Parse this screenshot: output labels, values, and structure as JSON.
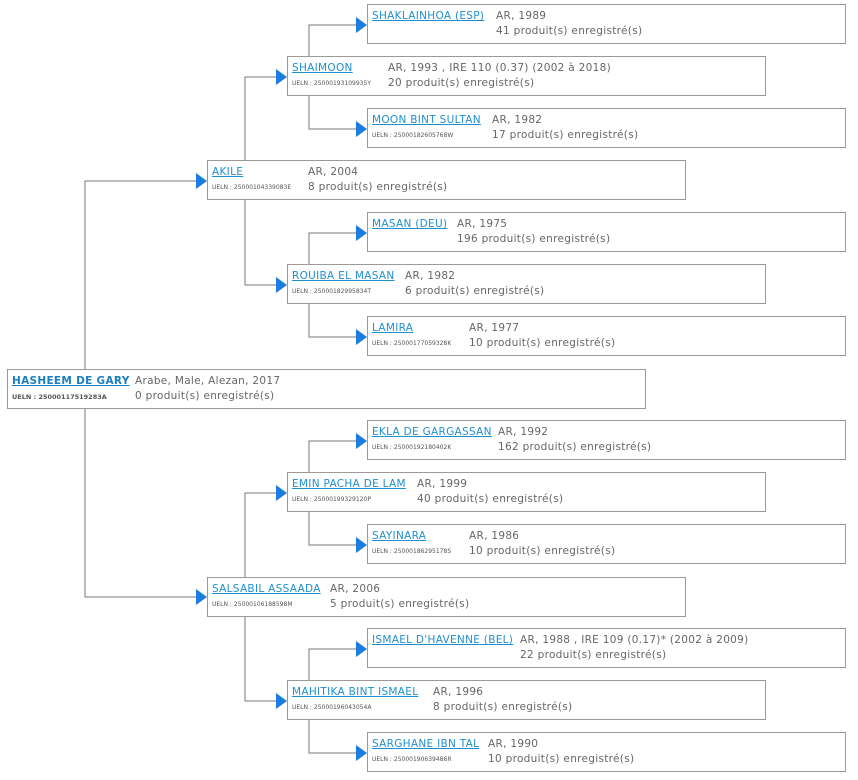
{
  "ueln_label": "UELN :",
  "colors": {
    "accent": "#1a7ee0",
    "link": "#1f8fcf",
    "line": "#777777",
    "border": "#9a9a9a"
  },
  "icons": {
    "arrow": "arrow-right-icon"
  },
  "horses": {
    "root": {
      "name": "HASHEEM DE GARY",
      "ueln": "25000117519283A",
      "info": "Arabe, Male, Alezan, 2017",
      "products": "0 produit(s) enregistré(s)"
    },
    "s": {
      "name": "AKILE",
      "ueln": "25000104339083E",
      "info": "AR, 2004",
      "products": "8 produit(s) enregistré(s)"
    },
    "d": {
      "name": "SALSABIL ASSAADA",
      "ueln": "25000106188598M",
      "info": "AR, 2006",
      "products": "5 produit(s) enregistré(s)"
    },
    "ss": {
      "name": "SHAIMOON",
      "ueln": "25000193109935Y",
      "info": "AR, 1993 , IRE 110 (0.37) (2002 à 2018)",
      "products": "20 produit(s) enregistré(s)"
    },
    "sd": {
      "name": "ROUIBA EL MASAN",
      "ueln": "25000182995834T",
      "info": "AR, 1982",
      "products": "6 produit(s) enregistré(s)"
    },
    "ds": {
      "name": "EMIN PACHA DE LAM",
      "ueln": "25000199329120P",
      "info": "AR, 1999",
      "products": "40 produit(s) enregistré(s)"
    },
    "dd": {
      "name": "MAHITIKA BINT ISMAEL",
      "ueln": "25000196043054A",
      "info": "AR, 1996",
      "products": "8 produit(s) enregistré(s)"
    },
    "sss": {
      "name": "SHAKLAINHOA (ESP)",
      "ueln": "",
      "info": "AR, 1989",
      "products": "41 produit(s) enregistré(s)"
    },
    "ssd": {
      "name": "MOON BINT SULTAN",
      "ueln": "25000182605768W",
      "info": "AR, 1982",
      "products": "17 produit(s) enregistré(s)"
    },
    "sds": {
      "name": "MASAN (DEU)",
      "ueln": "",
      "info": "AR, 1975",
      "products": "196 produit(s) enregistré(s)"
    },
    "sdd": {
      "name": "LAMIRA",
      "ueln": "25000177059328K",
      "info": "AR, 1977",
      "products": "10 produit(s) enregistré(s)"
    },
    "dss": {
      "name": "EKLA DE GARGASSAN",
      "ueln": "25000192180402K",
      "info": "AR, 1992",
      "products": "162 produit(s) enregistré(s)"
    },
    "dsd": {
      "name": "SAYINARA",
      "ueln": "25000186295178S",
      "info": "AR, 1986",
      "products": "10 produit(s) enregistré(s)"
    },
    "dds": {
      "name": "ISMAEL D'HAVENNE (BEL)",
      "ueln": "",
      "info": "AR, 1988 , IRE 109 (0.17)* (2002 à 2009)",
      "products": "22 produit(s) enregistré(s)"
    },
    "ddd": {
      "name": "SARGHANE IBN TAL",
      "ueln": "25000190639486R",
      "info": "AR, 1990",
      "products": "10 produit(s) enregistré(s)"
    }
  }
}
